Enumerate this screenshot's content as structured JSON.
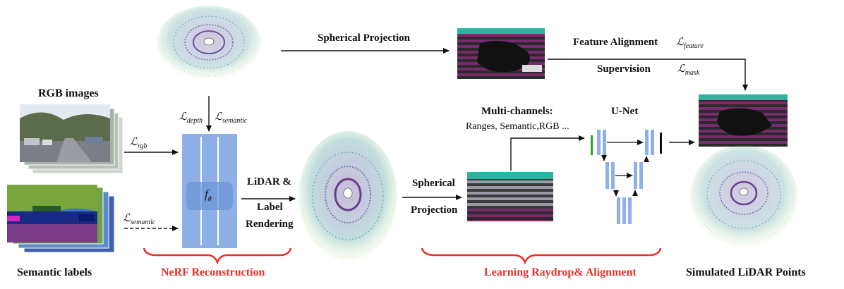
{
  "labels": {
    "rgb_images": "RGB images",
    "semantic_labels": "Semantic labels",
    "nerf_reconstruction": "NeRF Reconstruction",
    "lidar_label_rendering_1": "LiDAR &",
    "lidar_label_rendering_2": "Label",
    "lidar_label_rendering_3": "Rendering",
    "spherical_projection_top": "Spherical  Projection",
    "spherical_projection_mid_1": "Spherical",
    "spherical_projection_mid_2": "Projection",
    "multi_channels_title": "Multi-channels:",
    "multi_channels_list": "Ranges, Semantic,RGB ...",
    "unet": "U-Net",
    "feature_alignment": "Feature Alignment",
    "supervision": "Supervision",
    "learning_raydrop": "Learning Raydrop& Alignment",
    "simulated_lidar": "Simulated LiDAR Points",
    "f_theta": "f",
    "f_theta_sub": "θ"
  },
  "losses": {
    "rgb": {
      "symbol": "ℒ",
      "sub": "rgb"
    },
    "semantic_left": {
      "symbol": "ℒ",
      "sub": "semantic"
    },
    "depth": {
      "symbol": "ℒ",
      "sub": "depth"
    },
    "semantic_top": {
      "symbol": "ℒ",
      "sub": "semantic"
    },
    "feature": {
      "symbol": "ℒ",
      "sub": "feature"
    },
    "mask": {
      "symbol": "ℒ",
      "sub": "mask"
    }
  },
  "colors": {
    "accent_red": "#e8302a",
    "network_blue": "#8fb0e6",
    "network_blue_dark": "#5e88d6",
    "range_teal": "#2bb4a0",
    "range_purple": "#7a2a6e",
    "range_gray": "#9a9aa8"
  }
}
